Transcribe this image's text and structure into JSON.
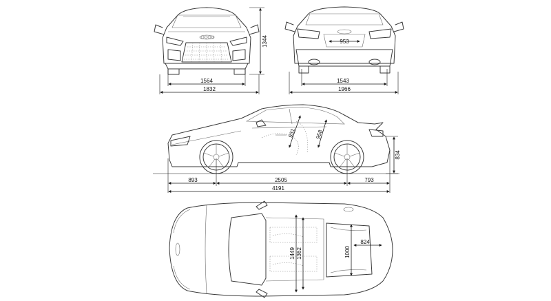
{
  "dimensions": {
    "front_track": "1564",
    "front_width": "1832",
    "height": "1344",
    "rear_track": "1543",
    "rear_width": "1966",
    "rear_label": "953",
    "front_overhang": "893",
    "wheelbase": "2505",
    "rear_overhang": "793",
    "length": "4191",
    "side_seat_1": "931",
    "side_seat_2": "958",
    "rear_height": "834",
    "top_width_1": "1449",
    "top_width_2": "1362",
    "trunk_depth": "1000",
    "trunk_width": "824"
  },
  "colors": {
    "line": "#3a3a3a",
    "dimension": "#1a1a1a",
    "background": "#ffffff"
  }
}
